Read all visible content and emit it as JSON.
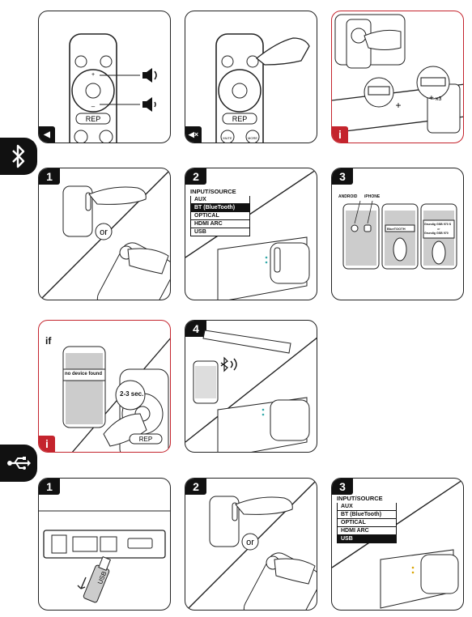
{
  "sections": {
    "bluetooth_icon": "bluetooth-icon",
    "usb_icon": "usb-icon"
  },
  "remote": {
    "rep_label": "REP",
    "mute_label": "MUTE",
    "more_label": "MORE"
  },
  "steps": {
    "b1": "1",
    "b2": "2",
    "b3": "3",
    "b4": "4",
    "u1": "1",
    "u2": "2",
    "u3": "3"
  },
  "info_marker": "i",
  "or_label": "or",
  "x3_label": "x3",
  "source_menu": {
    "title": "INPUT/SOURCE",
    "items": [
      "AUX",
      "BT (BlueTooth)",
      "OPTICAL",
      "HDMI ARC",
      "USB"
    ]
  },
  "phones": {
    "android_label": "ANDROID",
    "iphone_label": "iPHONE",
    "device_label": "BlueTOOTH",
    "pair_label_1": "Grundig GSB 970 S",
    "pair_or": "or",
    "pair_label_2": "Grundig GSB 970"
  },
  "if_label": "if",
  "no_device_label": "no device found",
  "hold_label": "2-3 sec.",
  "usb_stick_label": "USB",
  "colors": {
    "accent": "#c4242d",
    "ink": "#111111"
  }
}
